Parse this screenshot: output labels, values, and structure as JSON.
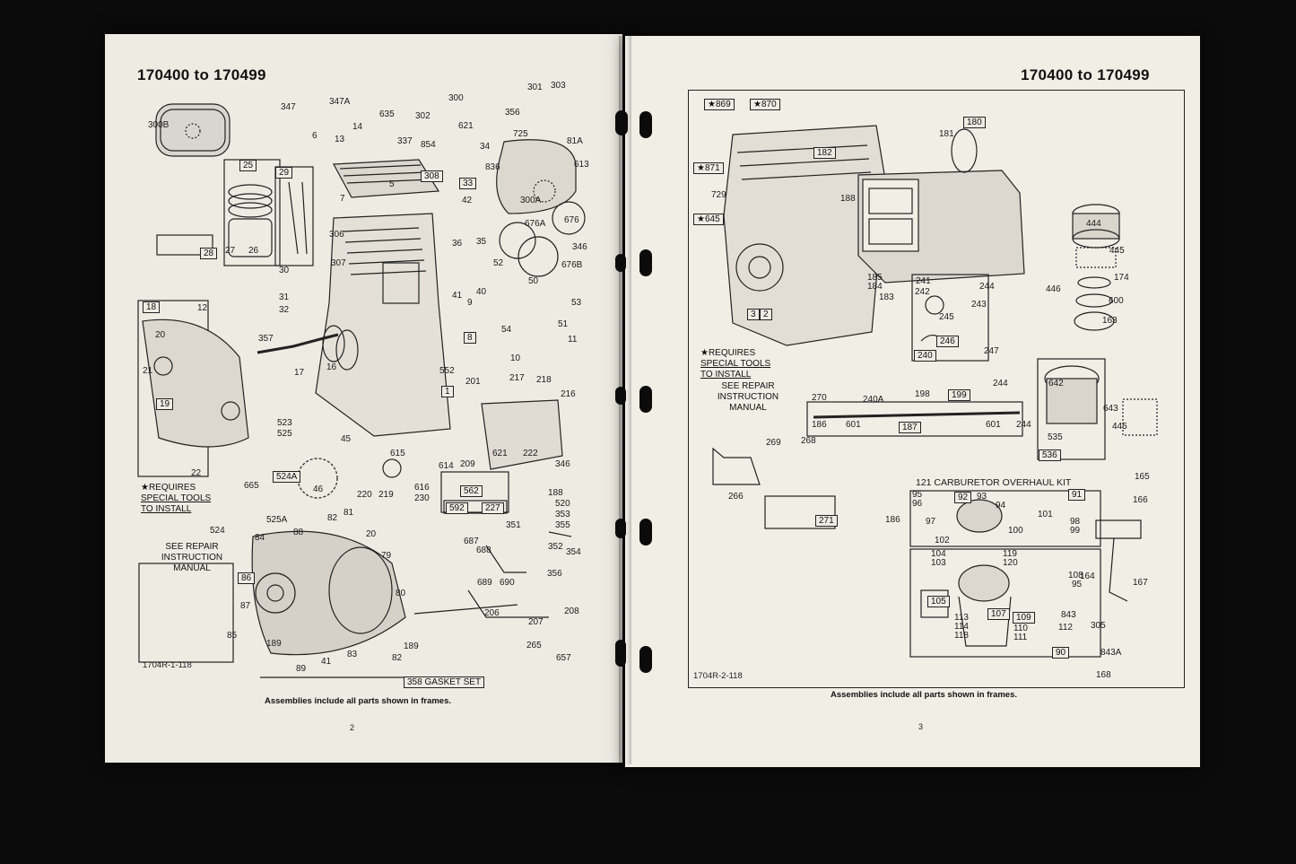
{
  "left_page": {
    "header": "170400 to 170499",
    "page_number": "2",
    "figure_code": "1704R-1-118",
    "caption": "Assemblies include all parts shown in frames.",
    "gasket_set": "358 GASKET SET",
    "note_special_tools": [
      "★REQUIRES",
      "SPECIAL TOOLS",
      "TO INSTALL"
    ],
    "note_repair": [
      "SEE REPAIR INSTRUCTION",
      "MANUAL"
    ],
    "callouts": [
      "300B",
      "347",
      "347A",
      "6",
      "13",
      "14",
      "635",
      "337",
      "302",
      "854",
      "300",
      "621",
      "356",
      "301",
      "303",
      "81A",
      "725",
      "613",
      "836",
      "34",
      "25",
      "29",
      "308",
      "5",
      "7",
      "33",
      "42",
      "300A",
      "676A",
      "676",
      "346",
      "676B",
      "306",
      "307",
      "36",
      "35",
      "41",
      "40",
      "52",
      "50",
      "53",
      "28",
      "27",
      "26",
      "30",
      "31",
      "32",
      "9",
      "54",
      "8",
      "51",
      "10",
      "11",
      "18",
      "12",
      "20",
      "357",
      "17",
      "16",
      "552",
      "1",
      "201",
      "217",
      "218",
      "216",
      "21",
      "19",
      "523",
      "525",
      "45",
      "614",
      "615",
      "616",
      "230",
      "209",
      "621",
      "222",
      "346",
      "22",
      "665",
      "524A",
      "525A",
      "46",
      "220",
      "219",
      "562",
      "592",
      "227",
      "188",
      "524",
      "84",
      "88",
      "82",
      "81",
      "20",
      "351",
      "520",
      "353",
      "355",
      "352",
      "354",
      "687",
      "688",
      "689",
      "690",
      "356",
      "86",
      "87",
      "79",
      "80",
      "206",
      "207",
      "208",
      "85",
      "189",
      "83",
      "41",
      "89",
      "82",
      "189",
      "265",
      "657"
    ]
  },
  "right_page": {
    "header": "170400 to 170499",
    "page_number": "3",
    "figure_code": "1704R-2-118",
    "caption": "Assemblies include all parts shown in frames.",
    "carb_kit": "121 CARBURETOR OVERHAUL KIT",
    "note_special_tools": [
      "★REQUIRES",
      "SPECIAL TOOLS",
      "TO INSTALL"
    ],
    "note_repair": [
      "SEE REPAIR INSTRUCTION",
      "MANUAL"
    ],
    "callouts": [
      "★869",
      "★870",
      "180",
      "181",
      "182",
      "★871",
      "729",
      "188",
      "★645",
      "444",
      "445",
      "185",
      "184",
      "183",
      "241",
      "242",
      "244",
      "243",
      "446",
      "174",
      "600",
      "163",
      "3",
      "2",
      "245",
      "246",
      "247",
      "240",
      "642",
      "643",
      "535",
      "536",
      "445",
      "270",
      "240A",
      "198",
      "199",
      "244",
      "186",
      "601",
      "187",
      "601",
      "244",
      "269",
      "268",
      "266",
      "165",
      "166",
      "271",
      "91",
      "95",
      "96",
      "97",
      "92",
      "93",
      "94",
      "101",
      "98",
      "99",
      "100",
      "102",
      "186",
      "119",
      "120",
      "104",
      "103",
      "108",
      "95",
      "105",
      "107",
      "843",
      "109",
      "112",
      "110",
      "111",
      "113",
      "114",
      "118",
      "90",
      "164",
      "167",
      "305",
      "843A",
      "168"
    ]
  }
}
